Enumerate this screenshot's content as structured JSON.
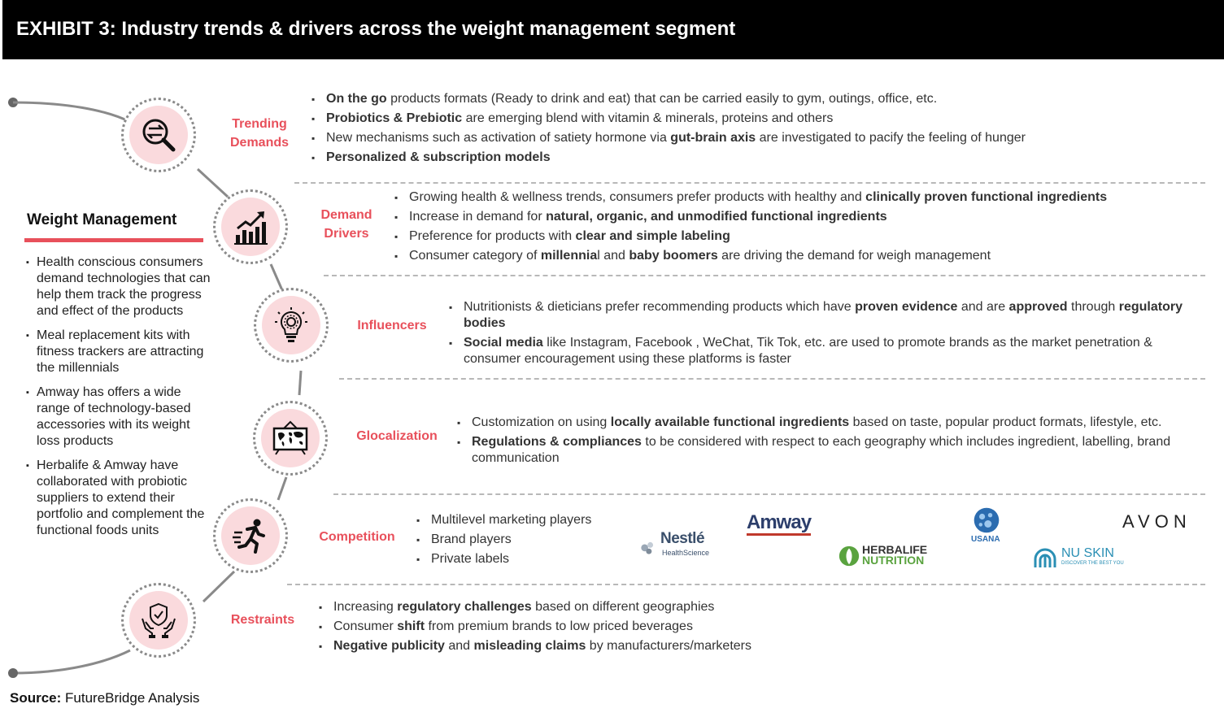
{
  "title": "EXHIBIT 3: Industry trends & drivers across the weight management segment",
  "left_panel": {
    "heading": "Weight Management",
    "items": [
      "Health conscious consumers demand technologies that can help them track the progress and effect of the products",
      "Meal replacement kits with fitness trackers are attracting the millennials",
      "Amway has offers a wide range of technology-based accessories with its weight loss products",
      "Herbalife & Amway have collaborated with probiotic suppliers to extend their portfolio and complement the functional foods units"
    ]
  },
  "stages": [
    {
      "label_1": "Trending",
      "label_2": "Demands",
      "icon": "magnifier-exchange-icon",
      "items": [
        {
          "b1": "On the go",
          "t1": " products formats (Ready to drink and eat) that can be carried easily to gym, outings, office, etc."
        },
        {
          "b1": "Probiotics & Prebiotic",
          "t1": " are emerging blend with vitamin & minerals, proteins and others"
        },
        {
          "t0": "New mechanisms such as activation of satiety hormone via ",
          "b1": "gut-brain axis",
          "t1": " are investigated to pacify the feeling of hunger"
        },
        {
          "b1": "Personalized & subscription models"
        }
      ]
    },
    {
      "label_1": "Demand",
      "label_2": "Drivers",
      "icon": "growth-chart-icon",
      "items": [
        {
          "t0": "Growing health & wellness trends, consumers prefer products with healthy and ",
          "b1": "clinically proven functional ingredients"
        },
        {
          "t0": "Increase in demand for ",
          "b1": "natural, organic, and unmodified functional ingredients"
        },
        {
          "t0": "Preference for products with ",
          "b1": "clear and simple labeling"
        },
        {
          "t0": "Consumer category of ",
          "b1": "millennia",
          "t1": "l and ",
          "b2": "baby boomers",
          "t2": " are driving the demand for weigh management"
        }
      ]
    },
    {
      "label_1": "Influencers",
      "icon": "lightbulb-gear-icon",
      "items": [
        {
          "t0": "Nutritionists & dieticians prefer recommending products which have ",
          "b1": "proven evidence",
          "t1": " and are ",
          "b2": "approved",
          "t2": " through ",
          "b3": "regulatory bodies"
        },
        {
          "b1": "Social media",
          "t1": " like Instagram, Facebook , WeChat, Tik Tok, etc. are used to promote brands as the market penetration & consumer encouragement using these platforms is faster"
        }
      ]
    },
    {
      "label_1": "Glocalization",
      "icon": "world-map-board-icon",
      "items": [
        {
          "t0": "Customization on using ",
          "b1": "locally available functional ingredients",
          "t1": " based on taste, popular product formats, lifestyle, etc."
        },
        {
          "b1": "Regulations & compliances",
          "t1": " to be considered with respect to each geography which includes ingredient, labelling, brand communication"
        }
      ]
    },
    {
      "label_1": "Competition",
      "icon": "runner-icon",
      "items": [
        {
          "t0": "Multilevel marketing players"
        },
        {
          "t0": "Brand players"
        },
        {
          "t0": "Private labels"
        }
      ]
    },
    {
      "label_1": "Restraints",
      "icon": "shield-hands-icon",
      "items": [
        {
          "t0": "Increasing ",
          "b1": "regulatory challenges",
          "t1": " based on different geographies"
        },
        {
          "t0": "Consumer ",
          "b1": "shift",
          "t1": " from premium brands to low priced beverages"
        },
        {
          "b1": "Negative publicity",
          "t1": " and ",
          "b2": "misleading claims",
          "t2": " by manufacturers/marketers"
        }
      ]
    }
  ],
  "logos": {
    "nestle": "Nestlé",
    "nestle_sub": "HealthScience",
    "amway": "Amway",
    "herbalife_1": "HERBALIFE",
    "herbalife_2": "NUTRITION",
    "usana": "USANA",
    "nuskin": "NU SKIN",
    "nuskin_sub": "DISCOVER THE BEST YOU",
    "avon": "AVON"
  },
  "source": {
    "label": "Source:",
    "text": " FutureBridge Analysis"
  },
  "colors": {
    "accent": "#e8505b",
    "circle_fill": "#fadadd",
    "header_bg": "#000000"
  }
}
